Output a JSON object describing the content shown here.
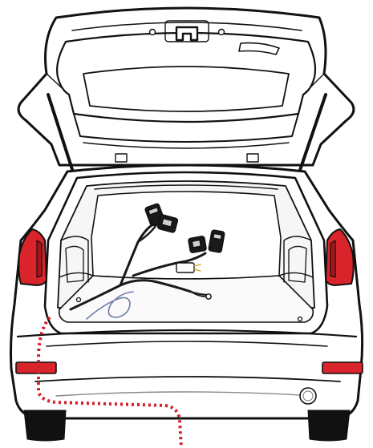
{
  "colors": {
    "outline": "#111111",
    "body_fill": "#ffffff",
    "interior_shade": "#f2f2f2",
    "tail_light": "#d9242b",
    "tail_light_dark": "#a8141b",
    "reflector": "#d9242b",
    "route_line": "#d4202a",
    "harness": "#1a1a1a",
    "connector_pins": "#cfcfcf",
    "loose_cable": "#6e7fa6",
    "chrome": "#888888"
  },
  "route_line_style": "dotted",
  "components": [
    {
      "name": "wiring-harness",
      "icon": "cable-harness-icon"
    },
    {
      "name": "harness-connector-a",
      "icon": "connector-icon"
    },
    {
      "name": "harness-connector-b",
      "icon": "connector-icon"
    },
    {
      "name": "harness-connector-c",
      "icon": "connector-icon"
    },
    {
      "name": "harness-connector-d",
      "icon": "connector-icon"
    },
    {
      "name": "wire-tail",
      "icon": "wire-icon"
    },
    {
      "name": "ring-terminal",
      "icon": "terminal-icon"
    },
    {
      "name": "loose-cable",
      "icon": "cable-icon"
    }
  ]
}
